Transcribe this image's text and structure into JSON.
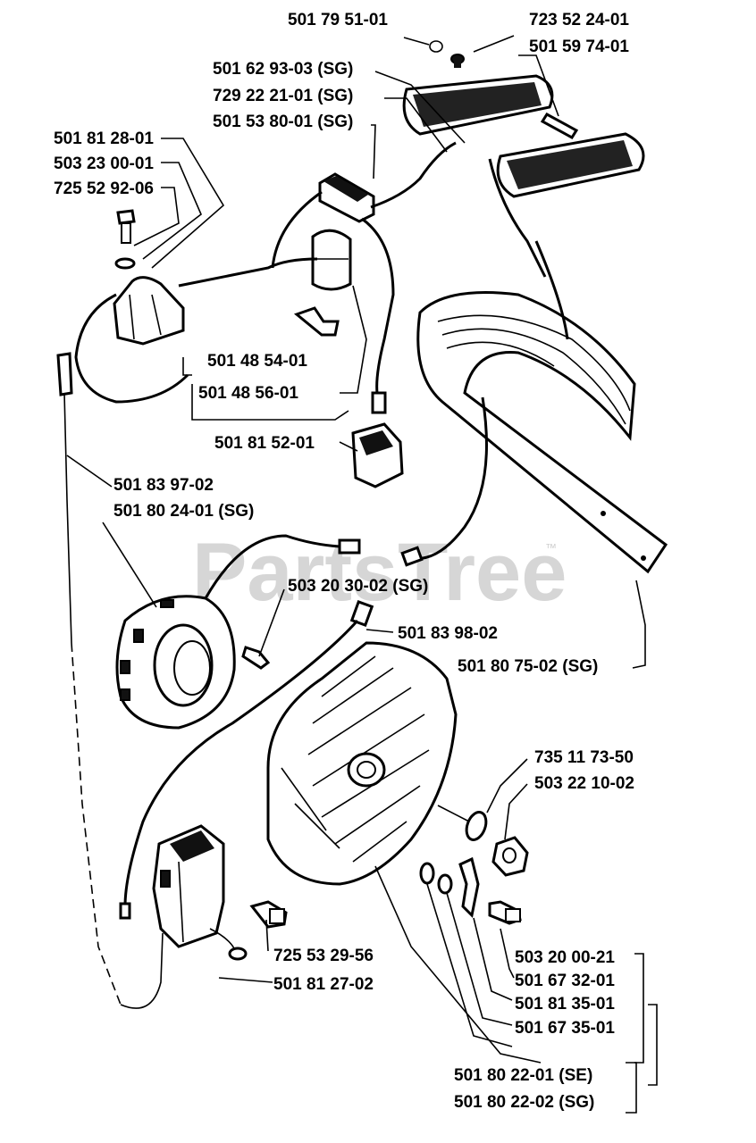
{
  "watermark": "PartsTree",
  "trademark": "™",
  "parts": [
    "501 79 51-01",
    "723 52 24-01",
    "501 59 74-01",
    "501 62 93-03 (SG)",
    "729 22 21-01 (SG)",
    "501 53 80-01 (SG)",
    "501 81 28-01",
    "503 23 00-01",
    "725 52 92-06",
    "501 48 54-01",
    "501 48 56-01",
    "501 81 52-01",
    "501 83 97-02",
    "501 80 24-01 (SG)",
    "503 20 30-02 (SG)",
    "501 83 98-02",
    "501 80 75-02 (SG)",
    "735 11 73-50",
    "503 22 10-02",
    "725 53 29-56",
    "501 81 27-02",
    "503 20 00-21",
    "501 67 32-01",
    "501 81 35-01",
    "501 67 35-01",
    "501 80 22-01 (SE)",
    "501 80 22-02 (SG)"
  ]
}
